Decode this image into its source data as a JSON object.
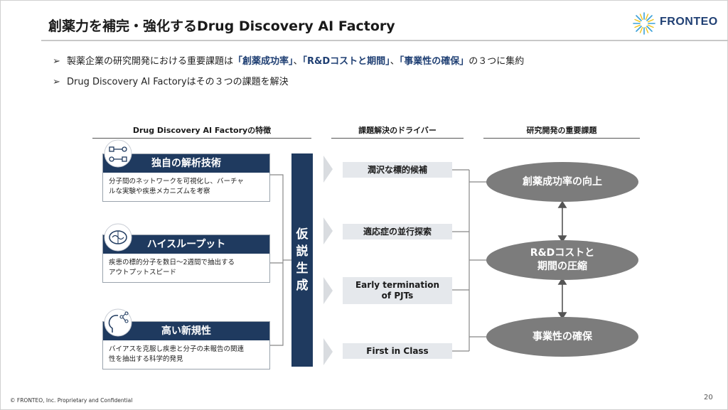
{
  "slide": {
    "title": "創薬力を補完・強化するDrug Discovery AI Factory",
    "logo_text": "FRONTEO",
    "footer": "© FRONTEO, Inc.  Proprietary and Confidential",
    "page_number": "20"
  },
  "bullets": [
    {
      "pre": "製薬企業の研究開発における重要課題は",
      "h1": "「創薬成功率」",
      "s1": "、",
      "h2": "「R&Dコストと期間」",
      "s2": "、",
      "h3": "「事業性の確保」",
      "post": "の３つに集約"
    },
    {
      "pre": "Drug Discovery AI Factoryはその３つの課題を解決"
    }
  ],
  "columns": {
    "features": "Drug Discovery AI Factoryの特徴",
    "drivers": "課題解決のドライバー",
    "issues": "研究開発の重要課題"
  },
  "features": [
    {
      "title": "独自の解析技術",
      "desc_1": "分子間のネットワークを可視化し、バーチャ",
      "desc_2": "ルな実験や疾患メカニズムを考察",
      "icon": "network-icon"
    },
    {
      "title": "ハイスループット",
      "desc_1": "疾患の標的分子を数日～2週間で抽出する",
      "desc_2": "アウトプットスピード",
      "icon": "brain-icon"
    },
    {
      "title": "高い新規性",
      "desc_1": "バイアスを克服し疾患と分子の未報告の関連",
      "desc_2": "性を抽出する科学的発見",
      "icon": "head-idea-icon"
    }
  ],
  "hypothesis": [
    "仮",
    "説",
    "生",
    "成"
  ],
  "drivers": [
    {
      "line1": "潤沢な標的候補",
      "line2": ""
    },
    {
      "line1": "適応症の並行探索",
      "line2": ""
    },
    {
      "line1": "Early termination",
      "line2": "of PJTs"
    },
    {
      "line1": "First in Class",
      "line2": ""
    }
  ],
  "issues": [
    {
      "line1": "創薬成功率の向上",
      "line2": ""
    },
    {
      "line1": "R&Dコストと",
      "line2": "期間の圧縮"
    },
    {
      "line1": "事業性の確保",
      "line2": ""
    }
  ],
  "colors": {
    "navy": "#1f3a5f",
    "accent_text": "#1f3f73",
    "issue_grey": "#7c7c7c",
    "driver_bg": "#e5e8ec"
  }
}
